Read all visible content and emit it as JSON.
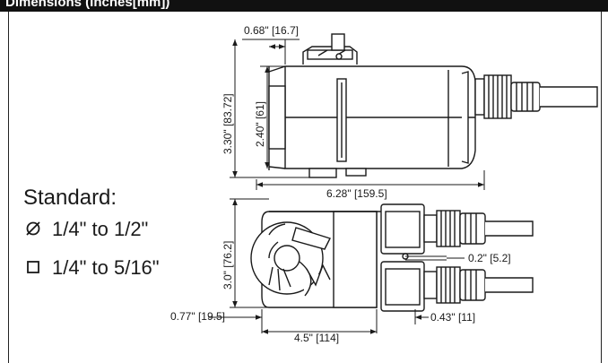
{
  "header": {
    "title": "Dimensions (inches[mm])"
  },
  "standard": {
    "title": "Standard:",
    "round_shaft": {
      "icon": "diameter-icon",
      "range": "1/4\" to 1/2\""
    },
    "square_shaft": {
      "icon": "square-shaft-icon",
      "range": "1/4\" to 5/16\""
    }
  },
  "dimensions": {
    "top_offset": "0.68\" [16.7]",
    "total_height": "3.30\" [83.72]",
    "body_height": "2.40\" [61]",
    "length": "6.28\" [159.5]",
    "width": "3.0\" [76.2]",
    "connector_gap": "0.2\" [5.2]",
    "left_offset": "0.77\" [19.5]",
    "right_offset": "0.43\" [11]",
    "base_length": "4.5\" [114]"
  },
  "colors": {
    "header": "#111111",
    "ink": "#1a1a1a",
    "background": "#ffffff"
  }
}
